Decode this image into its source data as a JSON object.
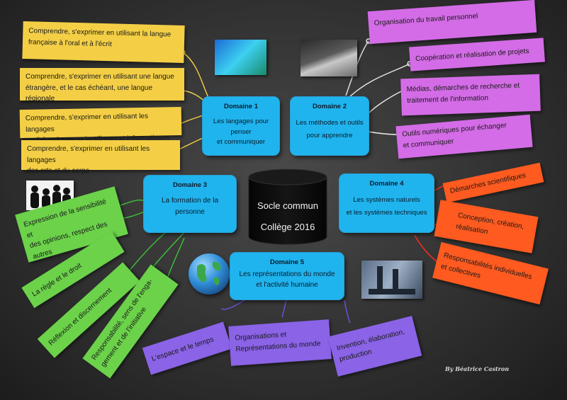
{
  "center": {
    "line1": "Socle commun",
    "line2": "Collège 2016"
  },
  "domains": [
    {
      "title": "Domaine 1",
      "desc": "Les langages pour\npenser\net communiquer"
    },
    {
      "title": "Domaine 2",
      "desc": "Les méthodes et outils\npour apprendre"
    },
    {
      "title": "Domaine 3",
      "desc": "La formation de la\npersonne"
    },
    {
      "title": "Domaine 4",
      "desc": "Les systèmes naturels\net les systèmes techniques"
    },
    {
      "title": "Domaine 5",
      "desc": "Les représentations du monde\net l'activité humaine"
    }
  ],
  "notes": {
    "yellow": [
      "Comprendre, s'exprimer en utilisant la langue\nfrançaise à l'oral et à l'écrit",
      "Comprendre, s'exprimer en utilisant une langue\nétrangère, et le cas échéant, une langue régionale",
      "Comprendre, s'exprimer en utilisant les langages\nmathématiques, scientifiques et informatiques",
      "Comprendre, s'exprimer en utilisant les langages\ndes arts et du corps"
    ],
    "magenta": [
      "Organisation du travail personnel",
      "Coopération et réalisation de projets",
      "Médias, démarches de recherche et\ntraitement de l'information",
      "Outils numériques pour échanger\net communiquer"
    ],
    "orange": [
      "Démarches scientifiques",
      "Conception, création,\nréalisation",
      "Responsabilités individuelles\net collectives"
    ],
    "green": [
      "Expression de la sensibilité et\ndes  opinions, respect des\nautres",
      "La règle et le droit",
      "Réflexion et discernement",
      "Responsabilité, sens de l'enga-\ngement et de l'initiative"
    ],
    "purple": [
      "L'espace et le temps",
      "Organisations  et\nReprésentations du monde",
      "Invention, élaboration,\nproduction"
    ]
  },
  "credit": "By Béatrice Castron",
  "colors": {
    "yellow": "#f4cf45",
    "magenta": "#d36ce6",
    "orange": "#ff5a1f",
    "green": "#6bd24a",
    "purple": "#8a63e6",
    "domain": "#1fb4ee"
  },
  "icons": [
    "children-silhouette-photo",
    "laptop-photo",
    "people-silhouette-photo",
    "microscope-photo",
    "globe-icon"
  ]
}
